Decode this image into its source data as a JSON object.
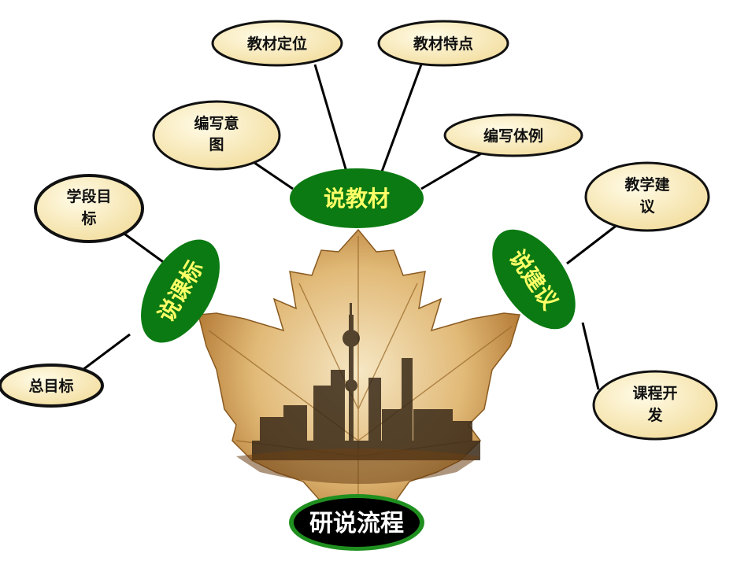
{
  "root": {
    "label": "研说流程"
  },
  "hubs": {
    "textbook": {
      "label": "说教材"
    },
    "standard": {
      "label": "说课标"
    },
    "suggestion": {
      "label": "说建议"
    }
  },
  "leaves": {
    "positioning": {
      "label": "教材定位"
    },
    "features": {
      "label": "教材特点"
    },
    "intent": {
      "line1": "编写意",
      "line2": "图"
    },
    "style": {
      "label": "编写体例"
    },
    "stage_goal": {
      "line1": "学段目",
      "line2": "标"
    },
    "total_goal": {
      "label": "总目标"
    },
    "teaching_advice": {
      "line1": "教学建",
      "line2": "议"
    },
    "curriculum": {
      "line1": "课程开",
      "line2": "发"
    }
  },
  "colors": {
    "hub_fill": "#0b7a12",
    "hub_text": "#ffff66",
    "leaf_fill": "#fff3c6",
    "leaf_stroke": "#111111",
    "root_fill": "#000000",
    "root_ring": "#1f8f1f",
    "leaf_image": "#c8913c"
  }
}
